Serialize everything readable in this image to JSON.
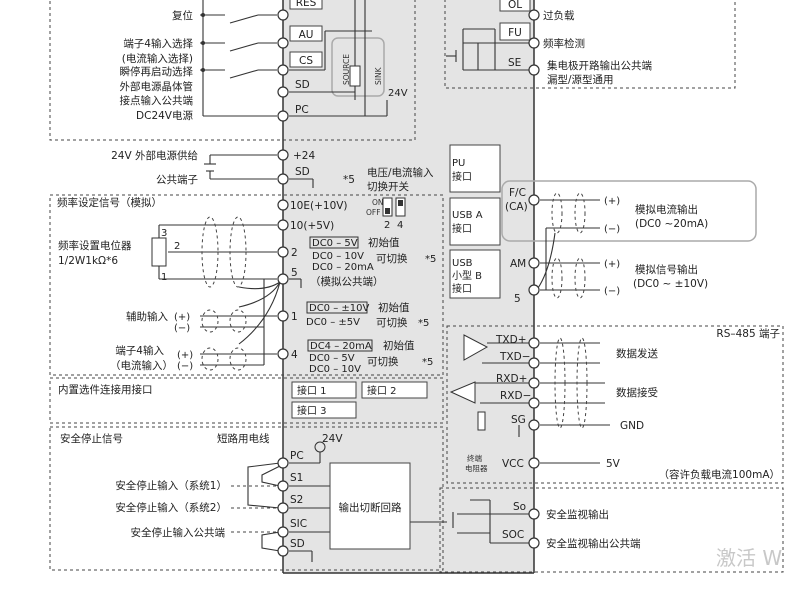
{
  "top_left": {
    "reset": "复位",
    "term4_select": "端子4输入选择",
    "term4_select_sub": "(电流输入选择)",
    "restart_select": "瞬停再启动选择",
    "ext_common_1": "外部电源晶体管",
    "ext_common_2": "接点输入公共端",
    "dc24": "DC24V电源",
    "source": "SOURCE",
    "sink": "SINK",
    "v24": "24V"
  },
  "left_terminals": {
    "res": "RES",
    "au": "AU",
    "cs": "CS",
    "sd": "SD",
    "pc": "PC",
    "p24": "+24",
    "sd2": "SD",
    "t10e": "10E(+10V)",
    "t10": "10(+5V)",
    "t2": "2",
    "t5": "5",
    "t1": "1",
    "t4": "4",
    "pc2": "PC",
    "s1": "S1",
    "s2": "S2",
    "sic": "SIC",
    "sd3": "SD"
  },
  "ext_supply": {
    "supply": "24V 外部电源供给",
    "common": "公共端子",
    "star5": "*5",
    "switch_title_1": "电压/电流输入",
    "switch_title_2": "切换开关",
    "on": "ON",
    "off": "OFF",
    "sw2": "2",
    "sw4": "4"
  },
  "freq": {
    "title": "频率设定信号（模拟）",
    "pot_1": "频率设置电位器",
    "pot_2": "1/2W1kΩ*6",
    "pin3": "3",
    "pin2": "2",
    "pin1": "1",
    "aux": "辅助输入",
    "plus": "(+)",
    "minus": "(−)",
    "t4_in_1": "端子4输入",
    "t4_in_2": "（电流输入）",
    "t2_default": "DC0 – 5V",
    "t2_alt1": "DC0 – 10V",
    "t2_alt2": "DC0 – 20mA",
    "initial": "初始值",
    "switchable": "可切换",
    "star5": "*5",
    "analog_common": "（模拟公共端）",
    "t1_default": "DC0 – ±10V",
    "t1_alt": "DC0 – ±5V",
    "t4_default": "DC4 – 20mA",
    "t4_alt1": "DC0 – 5V",
    "t4_alt2": "DC0 – 10V"
  },
  "option": {
    "title": "内置选件连接用接口",
    "if1": "接口 1",
    "if2": "接口 2",
    "if3": "接口 3"
  },
  "safety": {
    "title": "安全停止信号",
    "short_wire": "短路用电线",
    "v24": "24V",
    "in1": "安全停止输入（系统1）",
    "in2": "安全停止输入（系统2）",
    "common": "安全停止输入公共端",
    "cutoff": "输出切断回路"
  },
  "top_right": {
    "ol": "OL",
    "fu": "FU",
    "se": "SE",
    "overload": "过负载",
    "freq_detect": "频率检测",
    "oc_common_1": "集电极开路输出公共端",
    "oc_common_2": "漏型/源型通用"
  },
  "ports": {
    "pu": "PU",
    "pu_sub": "接口",
    "usb_a": "USB A",
    "usb_a_sub": "接口",
    "usb_b": "USB",
    "usb_b_sub1": "小型 B",
    "usb_b_sub2": "接口"
  },
  "analog_out": {
    "fc": "F/C",
    "ca": "(CA)",
    "am": "AM",
    "t5": "5",
    "plus": "(+)",
    "minus": "(−)",
    "current_out": "模拟电流输出",
    "current_range": "(DC0 ~20mA)",
    "signal_out": "模拟信号输出",
    "signal_range": "(DC0 ~  ±10V)"
  },
  "rs485": {
    "title": "RS–485 端子",
    "txdp": "TXD+",
    "txdm": "TXD−",
    "rxdp": "RXD+",
    "rxdm": "RXD−",
    "sg": "SG",
    "vcc": "VCC",
    "send": "数据发送",
    "recv": "数据接受",
    "gnd": "GND",
    "v5": "5V",
    "term_res_1": "终端",
    "term_res_2": "电阻器",
    "load": "（容许负载电流100mA）"
  },
  "safety_monitor": {
    "so": "So",
    "soc": "SOC",
    "out": "安全监视输出",
    "out_common": "安全监视输出公共端"
  },
  "watermark": "激活 W"
}
